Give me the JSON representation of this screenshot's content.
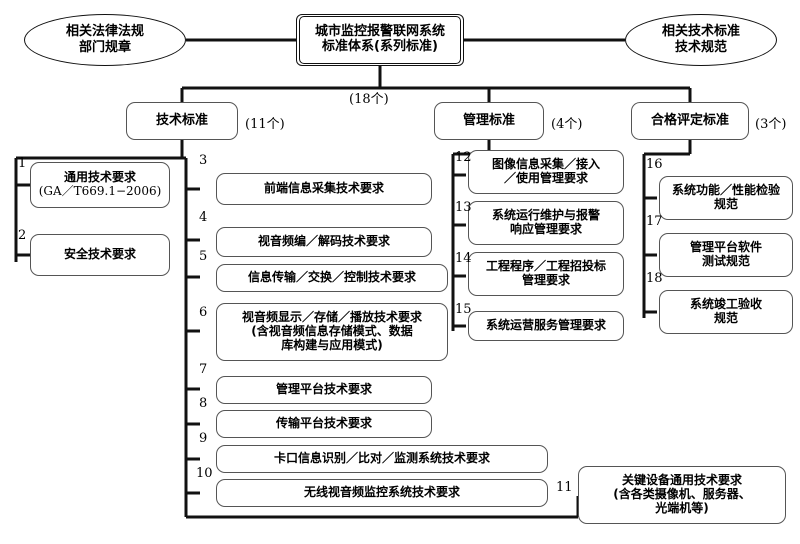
{
  "diagram": {
    "title_root": "城市监控报警联网系统\n标准体系(系列标准)",
    "root_line1": "城市监控报警联网系统",
    "root_line2": "标准体系(系列标准)",
    "left_ellipse_line1": "相关法律法规",
    "left_ellipse_line2": "部门规章",
    "right_ellipse_line1": "相关技术标准",
    "right_ellipse_line2": "技术规范",
    "root_count": "(18个)",
    "branches": [
      {
        "label": "技术标准",
        "count": "(11个)"
      },
      {
        "label": "管理标准",
        "count": "(4个)"
      },
      {
        "label": "合格评定标准",
        "count": "(3个)"
      }
    ],
    "items": [
      {
        "num": "1",
        "line1": "通用技术要求",
        "line2": "(GA／T669.1−2006)",
        "line3": ""
      },
      {
        "num": "2",
        "line1": "安全技术要求",
        "line2": "",
        "line3": ""
      },
      {
        "num": "3",
        "line1": "前端信息采集技术要求",
        "line2": "",
        "line3": ""
      },
      {
        "num": "4",
        "line1": "视音频编／解码技术要求",
        "line2": "",
        "line3": ""
      },
      {
        "num": "5",
        "line1": "信息传输／交换／控制技术要求",
        "line2": "",
        "line3": ""
      },
      {
        "num": "6",
        "line1": "视音频显示／存储／播放技术要求",
        "line2": "(含视音频信息存储模式、数据",
        "line3": "库构建与应用模式)"
      },
      {
        "num": "7",
        "line1": "管理平台技术要求",
        "line2": "",
        "line3": ""
      },
      {
        "num": "8",
        "line1": "传输平台技术要求",
        "line2": "",
        "line3": ""
      },
      {
        "num": "9",
        "line1": "卡口信息识别／比对／监测系统技术要求",
        "line2": "",
        "line3": ""
      },
      {
        "num": "10",
        "line1": "无线视音频监控系统技术要求",
        "line2": "",
        "line3": ""
      },
      {
        "num": "11",
        "line1": "关键设备通用技术要求",
        "line2": "(含各类摄像机、服务器、",
        "line3": "光端机等)"
      },
      {
        "num": "12",
        "line1": "图像信息采集／接入",
        "line2": "／使用管理要求",
        "line3": ""
      },
      {
        "num": "13",
        "line1": "系统运行维护与报警",
        "line2": "响应管理要求",
        "line3": ""
      },
      {
        "num": "14",
        "line1": "工程程序／工程招投标",
        "line2": "管理要求",
        "line3": ""
      },
      {
        "num": "15",
        "line1": "系统运营服务管理要求",
        "line2": "",
        "line3": ""
      },
      {
        "num": "16",
        "line1": "系统功能／性能检验",
        "line2": "规范",
        "line3": ""
      },
      {
        "num": "17",
        "line1": "管理平台软件",
        "line2": "测试规范",
        "line3": ""
      },
      {
        "num": "18",
        "line1": "系统竣工验收",
        "line2": "规范",
        "line3": ""
      }
    ],
    "colors": {
      "line": "#111111",
      "box_border": "#555555",
      "background": "#ffffff"
    }
  }
}
